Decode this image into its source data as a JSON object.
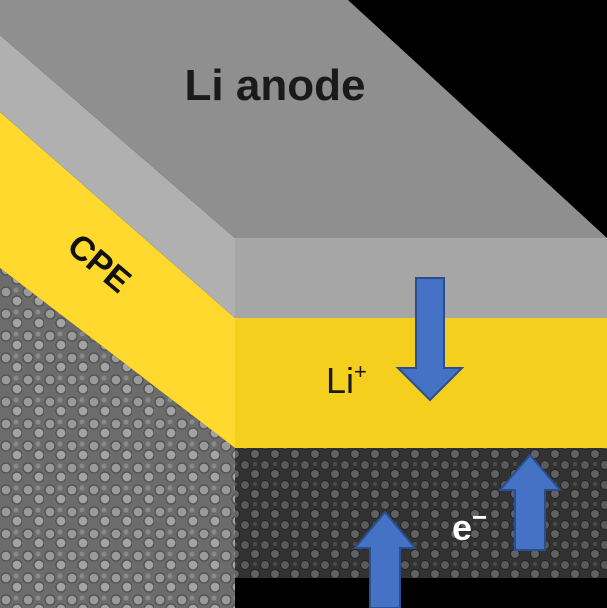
{
  "diagram": {
    "layers": [
      {
        "id": "anode",
        "label": "Li anode"
      },
      {
        "id": "electrolyte",
        "label": "CPE"
      },
      {
        "id": "cathode",
        "label": ""
      }
    ],
    "ion_label": {
      "base": "Li",
      "sup": "+"
    },
    "electron_label": {
      "base": "e",
      "sup": "−"
    },
    "arrows": [
      {
        "id": "li-ion-flow",
        "direction": "down"
      },
      {
        "id": "electron-flow-left",
        "direction": "up"
      },
      {
        "id": "electron-flow-right",
        "direction": "up"
      }
    ]
  },
  "colors": {
    "background": "#000000",
    "anode_top": "#8f8f8f",
    "anode_front": "#a6a6a6",
    "electrolyte_yellow": "#ffd92e",
    "electrolyte_front": "#f5cf1e",
    "cathode_front": "#3a3a3a",
    "cathode_side": "#7a7a7a",
    "arrow_blue": "#4472c4",
    "arrow_outline": "#2a4e8e",
    "label_dark": "#1a1a1a",
    "label_light": "#ffffff"
  }
}
